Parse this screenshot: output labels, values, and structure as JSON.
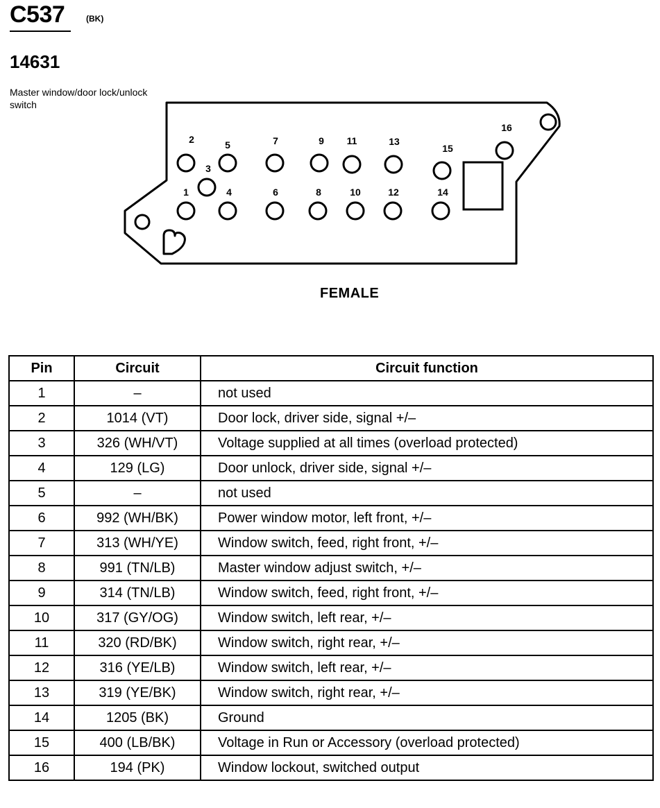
{
  "header": {
    "connector_id": "C537",
    "color_code": "(BK)",
    "part_number": "14631",
    "component_name": "Master window/door lock/unlock switch"
  },
  "diagram": {
    "gender": "FEMALE",
    "pin_labels": [
      "1",
      "2",
      "3",
      "4",
      "5",
      "6",
      "7",
      "8",
      "9",
      "10",
      "11",
      "12",
      "13",
      "14",
      "15",
      "16"
    ]
  },
  "table": {
    "headers": [
      "Pin",
      "Circuit",
      "Circuit function"
    ],
    "rows": [
      {
        "pin": "1",
        "circuit": "–",
        "function": "not used"
      },
      {
        "pin": "2",
        "circuit": "1014 (VT)",
        "function": "Door lock, driver side, signal +/–"
      },
      {
        "pin": "3",
        "circuit": "326 (WH/VT)",
        "function": "Voltage supplied at all times (overload protected)"
      },
      {
        "pin": "4",
        "circuit": "129 (LG)",
        "function": "Door unlock, driver side, signal +/–"
      },
      {
        "pin": "5",
        "circuit": "–",
        "function": "not used"
      },
      {
        "pin": "6",
        "circuit": "992 (WH/BK)",
        "function": "Power window motor, left front, +/–"
      },
      {
        "pin": "7",
        "circuit": "313 (WH/YE)",
        "function": "Window switch, feed, right front, +/–"
      },
      {
        "pin": "8",
        "circuit": "991 (TN/LB)",
        "function": "Master window adjust switch, +/–"
      },
      {
        "pin": "9",
        "circuit": "314 (TN/LB)",
        "function": "Window switch, feed, right front, +/–"
      },
      {
        "pin": "10",
        "circuit": "317 (GY/OG)",
        "function": "Window switch, left rear, +/–"
      },
      {
        "pin": "11",
        "circuit": "320 (RD/BK)",
        "function": "Window switch, right rear, +/–"
      },
      {
        "pin": "12",
        "circuit": "316 (YE/LB)",
        "function": "Window switch, left rear, +/–"
      },
      {
        "pin": "13",
        "circuit": "319 (YE/BK)",
        "function": "Window switch, right rear, +/–"
      },
      {
        "pin": "14",
        "circuit": "1205 (BK)",
        "function": "Ground"
      },
      {
        "pin": "15",
        "circuit": "400 (LB/BK)",
        "function": "Voltage in Run or Accessory (overload protected)"
      },
      {
        "pin": "16",
        "circuit": "194 (PK)",
        "function": "Window lockout, switched output"
      }
    ]
  }
}
